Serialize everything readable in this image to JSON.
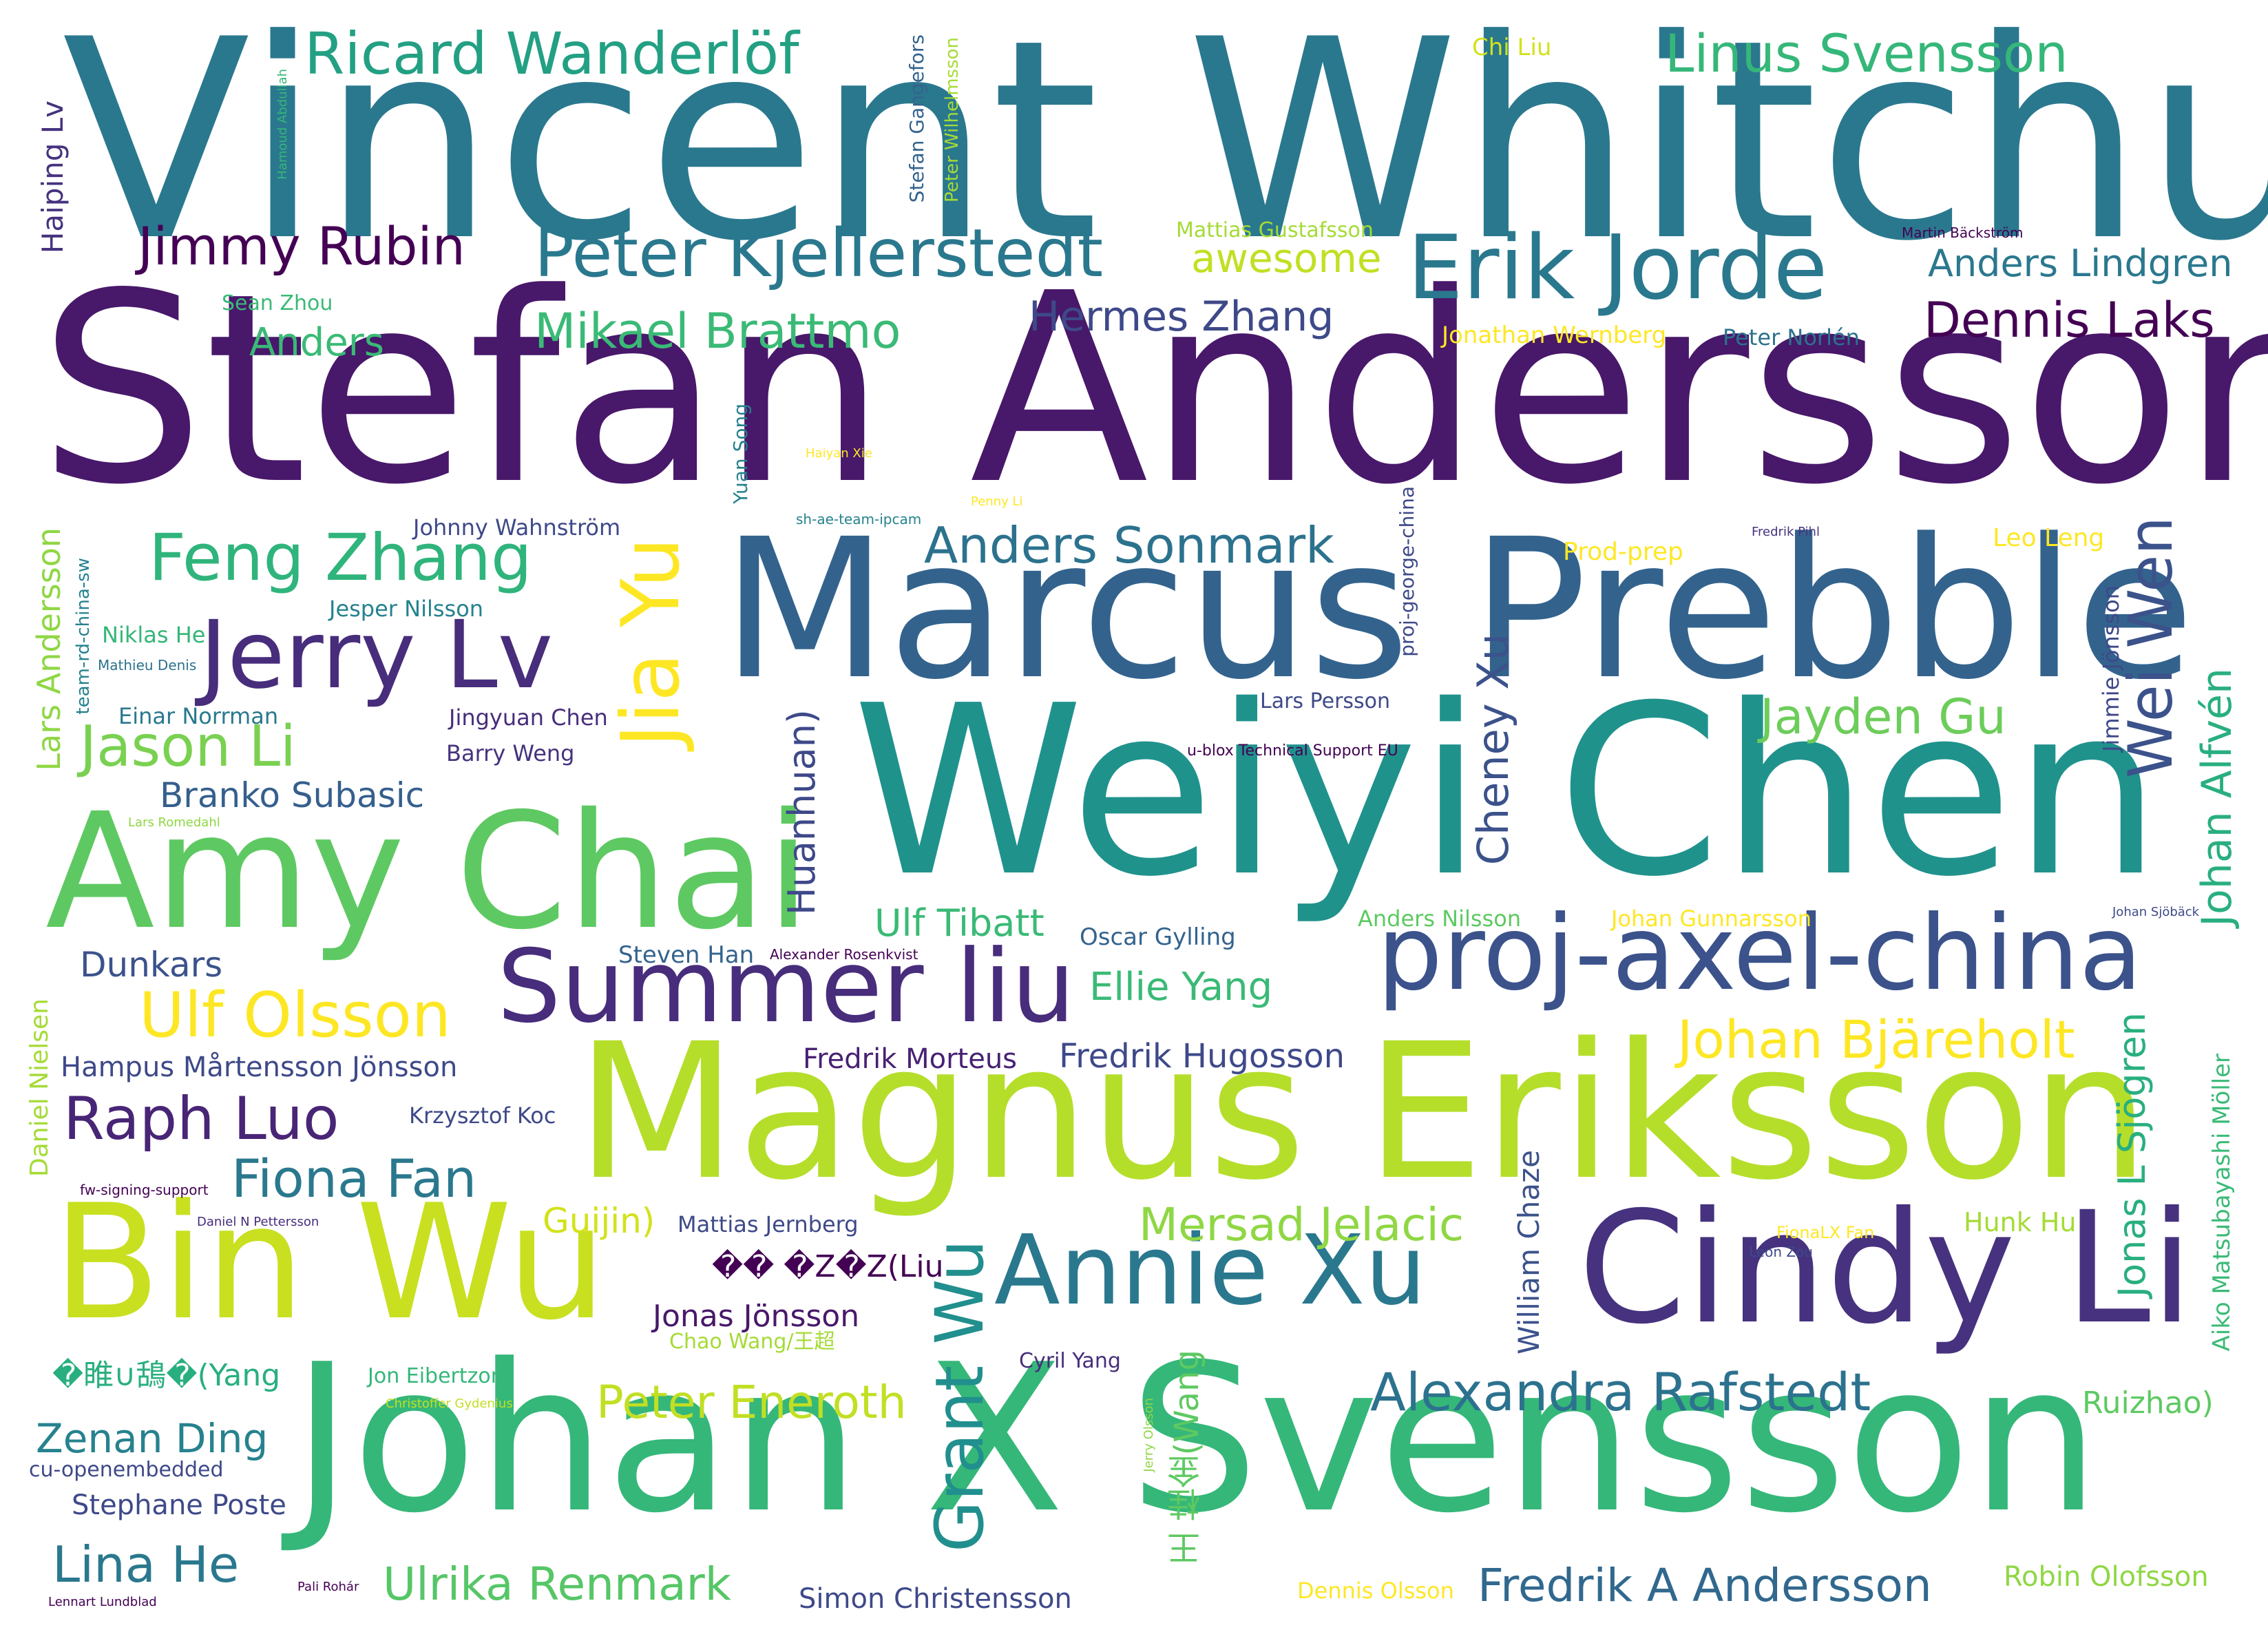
{
  "palette": {
    "purple": "#48186a",
    "indigo": "#423f85",
    "blue": "#33638d",
    "steel": "#2a788e",
    "teal": "#20928c",
    "green": "#35b779",
    "lime": "#8fd744",
    "yellowgreen": "#c8e020",
    "yellow": "#fde725"
  },
  "words": [
    "Vincent Whitchurch",
    "Stefan Andersson",
    "Marcus Prebble",
    "Weiyi Chen",
    "Amy Chai",
    "Magnus Eriksson",
    "Johan X Svensson",
    "Cindy Li",
    "Bin Wu",
    "proj-axel-china",
    "Summer liu",
    "Erik Jorde",
    "Peter Kjellerstedt",
    "Jerry Lv",
    "Jia Yu",
    "Annie Xu",
    "Grant Wu",
    "Ricard Wanderlöf",
    "Linus Svensson",
    "Jimmy Rubin",
    "Feng Zhang",
    "Anders Sonmark",
    "Alexandra Rafstedt",
    "Raph Luo",
    "Ulf Olsson",
    "Jason Li",
    "Mikael Brattmo",
    "Dennis Laks",
    "Wei Wen",
    "Johan Bjäreholt",
    "Fiona Fan",
    "Lina He",
    "Jayden Gu",
    "Hermes Zhang",
    "Anders Lindgren",
    "Johan Alfvén",
    "Mersad Jelacic",
    "Fredrik A Andersson",
    "Ulrika Renmark",
    "Peter Eneroth",
    "Cheney Xu",
    "Huanhuan)",
    "Jonas L Sjögren",
    "Ellie Yang",
    "Ulf Tibatt",
    "Zenan Ding",
    "awesome",
    "Anders",
    "Branko Subasic",
    "Lars Andersson",
    "Fredrik Hugosson",
    "Fredrik Morteus",
    "Hampus Mårtensson Jönsson",
    "Dunkars",
    "Guijin)",
    "Jonas Jönsson",
    "William Chaze",
    "王 桂金(Wang",
    "Ruizhao)",
    "Aiko Matsubayashi Möller",
    "Stephane Poste",
    "Simon Christensson",
    "Robin Olofsson",
    "Haiping Lv",
    "Daniel Nielsen",
    "Jimmie Jönsson",
    "Hunk Hu",
    "Steven Han",
    "Oscar Gylling",
    "Anders Nilsson",
    "Johan Gunnarsson",
    "Mattias Jernberg",
    "Krzysztof Koc",
    "Jonathan Wernberg",
    "Peter Norlén",
    "Johnny Wahnström",
    "Jesper Nilsson",
    "Niklas He",
    "Jingyuan Chen",
    "Barry Weng",
    "Einar Norrman",
    "Lars Persson",
    "Prod-prep",
    "Leo Leng",
    "proj-george-china",
    "Mattias Gustafsson",
    "Stefan Gangefors",
    "Peter Wilhelmsson",
    "Chi Liu",
    "Sean Zhou",
    "Yuan Song",
    "team-rd-china-sw",
    "Chao Wang/王超",
    "Jon Eibertzon",
    "Cyril Yang",
    "Dennis Olsson",
    "FionaLX Fan",
    "cu-openembedded",
    "Hamoud Abdullah",
    "Martin Bäckström",
    "Haiyan Xie",
    "Penny Li",
    "sh-ae-team-ipcam",
    "Fredrik Pihl",
    "u-blox Technical Support EU",
    "Mathieu Denis",
    "Lars Romedahl",
    "Alexander Rosenkvist",
    "Johan Sjöbäck",
    "fw-signing-support",
    "Daniel N Pettersson",
    "Leon Zou",
    "Christoffer Gydenius",
    "Jerry Olsson",
    "Pali Rohár",
    "Lennart Lundblad",
    "�� �Z�Z(Liu",
    "�睢∪鴰�(Yang"
  ]
}
